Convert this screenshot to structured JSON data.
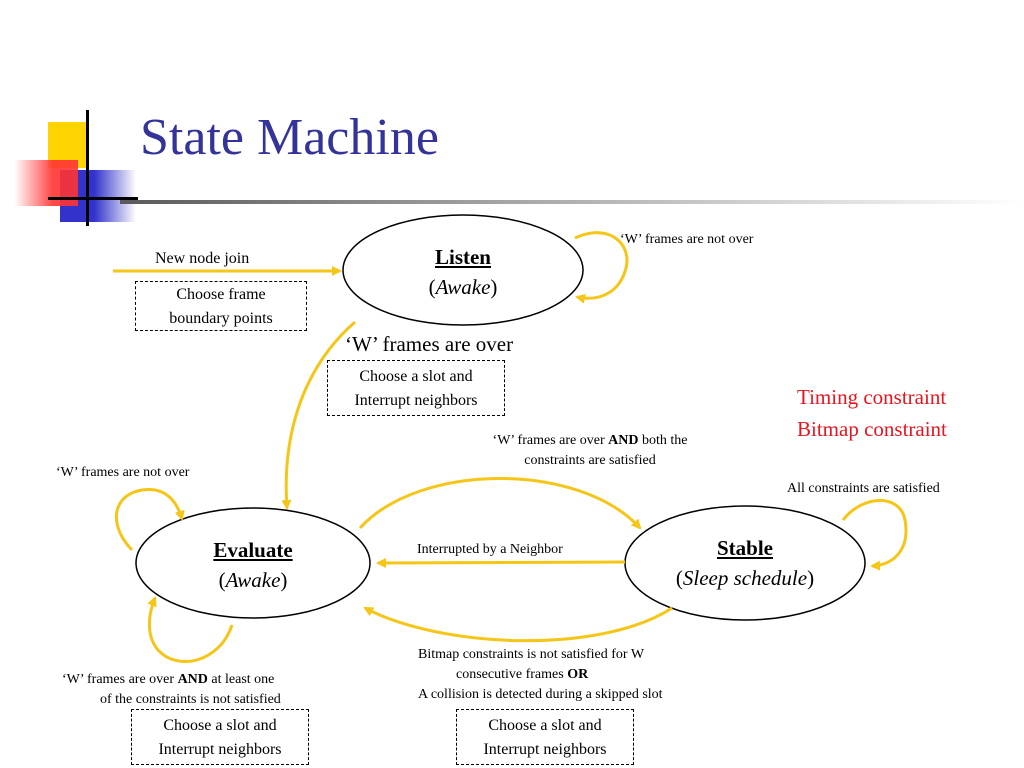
{
  "slide": {
    "title": "State Machine"
  },
  "colors": {
    "title": "#333399",
    "arrow": "#f5c518",
    "note": "#e8141e",
    "deco_yellow": "#ffd400",
    "deco_red": "#ff3333",
    "deco_blue": "#3333cc"
  },
  "states": {
    "listen": {
      "name": "Listen",
      "sub": "Awake"
    },
    "evaluate": {
      "name": "Evaluate",
      "sub": "Awake"
    },
    "stable": {
      "name": "Stable",
      "sub": "Sleep schedule"
    }
  },
  "transitions": {
    "join": {
      "label": "New node join",
      "action_line1": "Choose frame",
      "action_line2": "boundary points"
    },
    "listen_self": {
      "label": "‘W’ frames are not over"
    },
    "listen_to_evaluate": {
      "label": "‘W’ frames are over",
      "action_line1": "Choose a slot and",
      "action_line2": "Interrupt neighbors"
    },
    "evaluate_self": {
      "label": "‘W’ frames are not over"
    },
    "evaluate_to_stable": {
      "label_pre": "‘W’ frames are over ",
      "label_bold": "AND",
      "label_post": " both the",
      "label_line2": "constraints are satisfied"
    },
    "stable_self": {
      "label": "All constraints are satisfied"
    },
    "stable_to_evaluate_interrupt": {
      "label": "Interrupted by a Neighbor"
    },
    "stable_to_evaluate_bitmap": {
      "line1": "Bitmap constraints is not satisfied for W",
      "line2_pre": "consecutive frames ",
      "line2_bold": "OR",
      "line3": "A collision is detected during a skipped slot",
      "action_line1": "Choose a slot and",
      "action_line2": "Interrupt neighbors"
    },
    "evaluate_fail": {
      "label_pre": "‘W’ frames are over ",
      "label_bold": "AND",
      "label_post": " at least one",
      "label_line2": "of the constraints is not satisfied",
      "action_line1": "Choose a slot and",
      "action_line2": "Interrupt neighbors"
    }
  },
  "notes": {
    "line1": "Timing constraint",
    "line2": "Bitmap constraint"
  }
}
